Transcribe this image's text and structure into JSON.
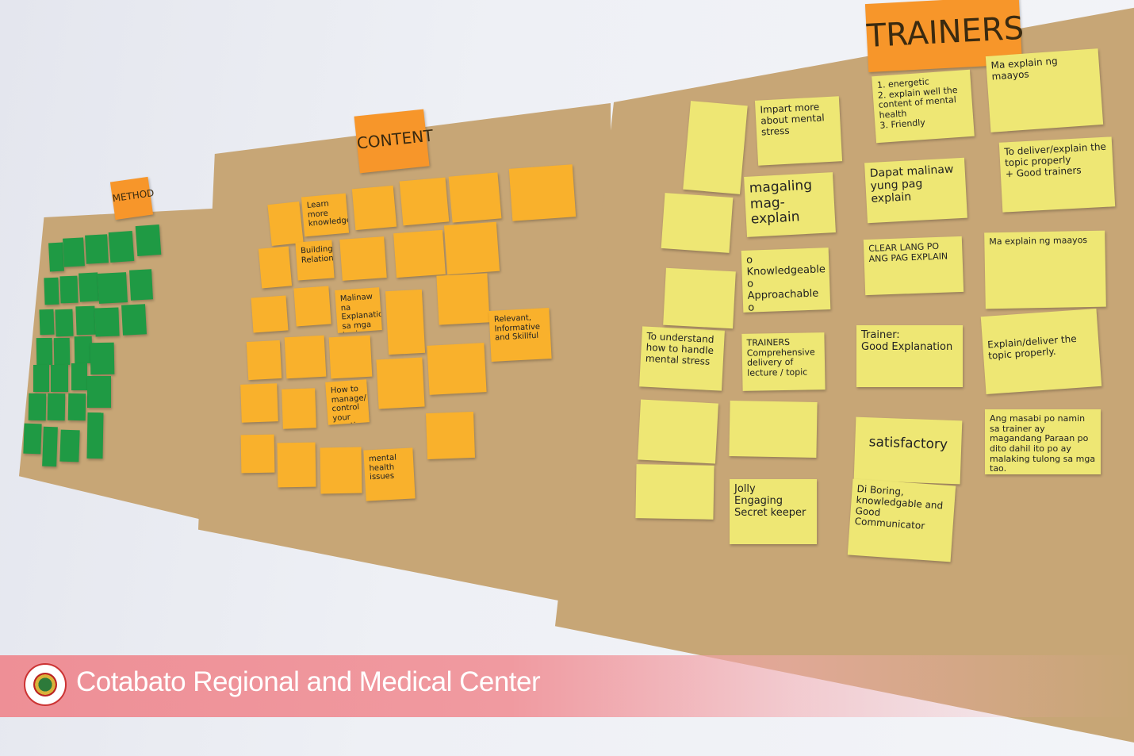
{
  "boards": {
    "method": {
      "header": "METHOD"
    },
    "content": {
      "header": "CONTENT",
      "notes": [
        "Learn more knowledge",
        "Building Relationships",
        "Malinaw na Explanation sa mga topics",
        "Relevant, Informative and Skillful",
        "How to manage/ control your emotions",
        "mental health issues"
      ]
    },
    "trainers": {
      "header": "TRAINERS",
      "notes": [
        "Impart more about mental stress",
        "1. energetic\n2. explain well the content of mental health\n3. Friendly",
        "Ma explain ng maayos",
        "Dapat malinaw yung pag explain",
        "To deliver/explain the topic properly\n+ Good trainers",
        "magaling mag-explain",
        "o Knowledgeable\no Approachable\no Understanding",
        "CLEAR LANG PO ANG PAG EXPLAIN",
        "Ma explain ng maayos",
        "To understand how to handle mental stress",
        "TRAINERS\nComprehensive delivery of lecture / topic",
        "Trainer:\nGood Explanation",
        "Explain/deliver the topic properly.",
        "satisfactory",
        "Ang masabi po namin sa trainer ay magandang Paraan po dito dahil ito po ay malaking tulong sa mga tao.",
        "Jolly\nEngaging\nSecret keeper",
        "Di Boring, knowledgable and Good Communicator"
      ]
    }
  },
  "banner": {
    "text": "Cotabato Regional and Medical Center"
  },
  "colors": {
    "green_note": "#1f9a44",
    "orange_note": "#f9b12c",
    "yellow_note": "#eee774",
    "kraft_paper": "#c7a676",
    "banner": "#ee8f96"
  }
}
